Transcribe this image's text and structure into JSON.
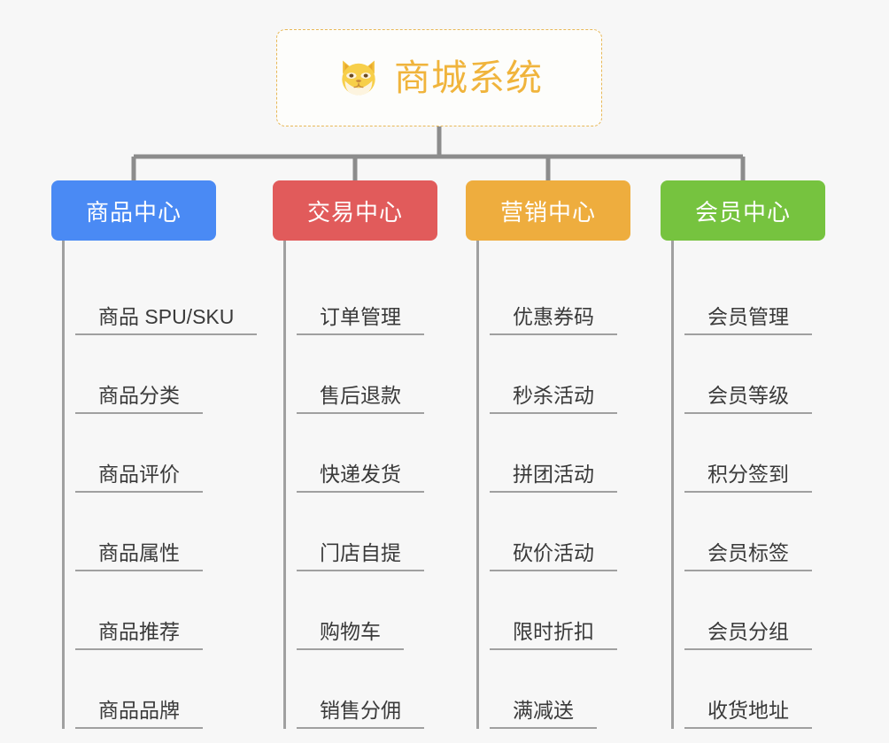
{
  "root": {
    "title": "商城系统",
    "icon": "shiba-inu-emoji",
    "border_color": "#e8b857",
    "text_color": "#f0b43c"
  },
  "canvas": {
    "background": "#f7f7f7",
    "connector_color": "#8c8c8c"
  },
  "branches": [
    {
      "label": "商品中心",
      "color": "#4a8af4",
      "children": [
        "商品 SPU/SKU",
        "商品分类",
        "商品评价",
        "商品属性",
        "商品推荐",
        "商品品牌"
      ]
    },
    {
      "label": "交易中心",
      "color": "#e15b5b",
      "children": [
        "订单管理",
        "售后退款",
        "快递发货",
        "门店自提",
        "购物车",
        "销售分佣"
      ]
    },
    {
      "label": "营销中心",
      "color": "#eead3e",
      "children": [
        "优惠券码",
        "秒杀活动",
        "拼团活动",
        "砍价活动",
        "限时折扣",
        "满减送"
      ]
    },
    {
      "label": "会员中心",
      "color": "#76c33f",
      "children": [
        "会员管理",
        "会员等级",
        "积分签到",
        "会员标签",
        "会员分组",
        "收货地址"
      ]
    }
  ]
}
